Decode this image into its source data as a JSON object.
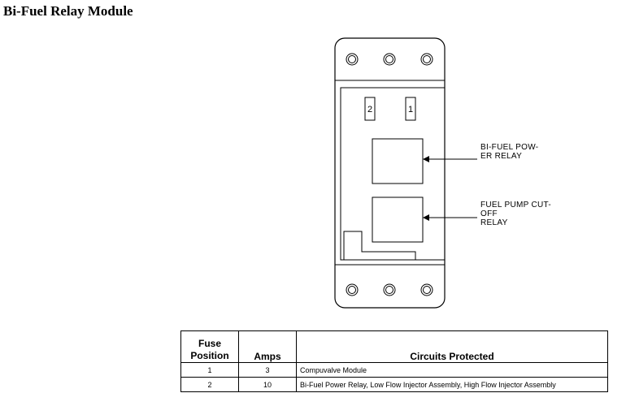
{
  "page": {
    "title": "Bi-Fuel Relay Module"
  },
  "diagram": {
    "fuse_labels": [
      "2",
      "1"
    ],
    "callouts": [
      {
        "lines": [
          "BI-FUEL POW-",
          "ER RELAY"
        ]
      },
      {
        "lines": [
          "FUEL PUMP CUT-",
          "OFF",
          "RELAY"
        ]
      }
    ]
  },
  "table": {
    "headers": {
      "position": "Fuse Position",
      "amps": "Amps",
      "circuits": "Circuits Protected"
    },
    "rows": [
      {
        "position": "1",
        "amps": "3",
        "circuits": "Compuvalve Module"
      },
      {
        "position": "2",
        "amps": "10",
        "circuits": "Bi-Fuel Power Relay, Low Flow Injector Assembly, High Flow Injector Assembly"
      }
    ]
  }
}
